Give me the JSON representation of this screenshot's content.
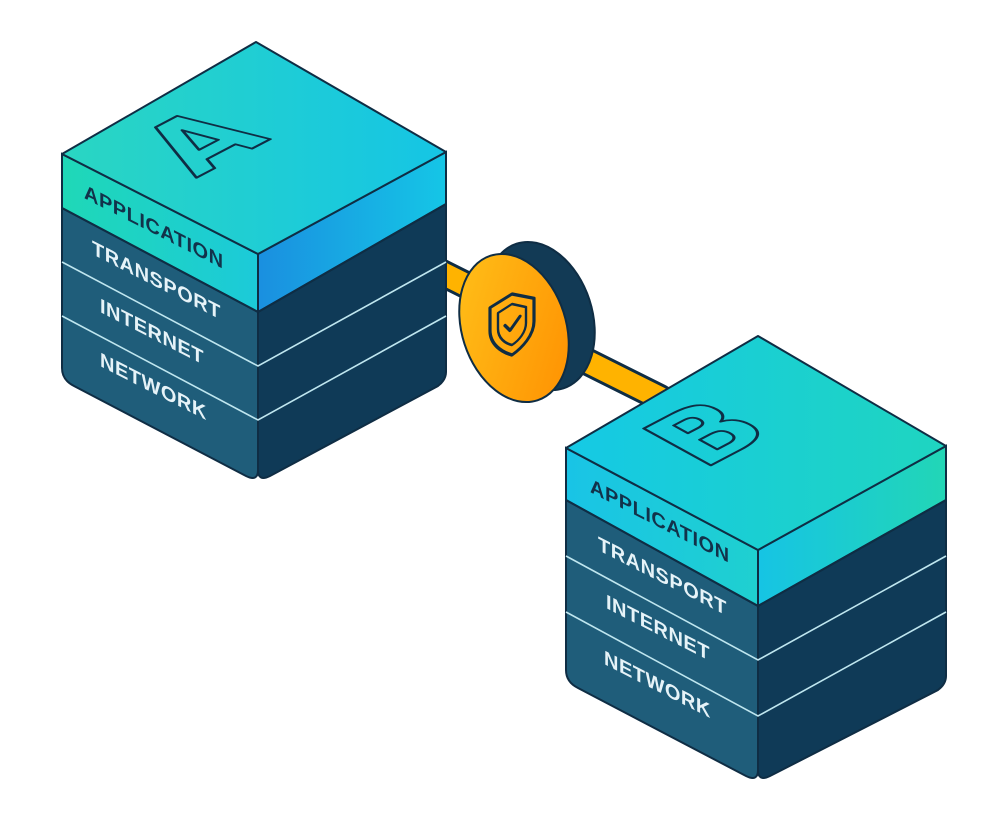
{
  "nodes": [
    {
      "id": "a",
      "letter": "A",
      "layers": [
        "APPLICATION",
        "TRANSPORT",
        "INTERNET",
        "NETWORK"
      ]
    },
    {
      "id": "b",
      "letter": "B",
      "layers": [
        "APPLICATION",
        "TRANSPORT",
        "INTERNET",
        "NETWORK"
      ]
    }
  ],
  "connector": {
    "icon": "shield-check-icon"
  },
  "colors": {
    "outline": "#0f2d44",
    "top_face_start": "#29d7c3",
    "top_face_end": "#14c4e4",
    "application_band_start": "#1ed6b8",
    "application_band_end": "#1ec6e4",
    "layer_left": "#1f5d7a",
    "layer_right": "#0f3a57",
    "connector": "#ffb300",
    "connector_dark": "#ff8a00"
  }
}
